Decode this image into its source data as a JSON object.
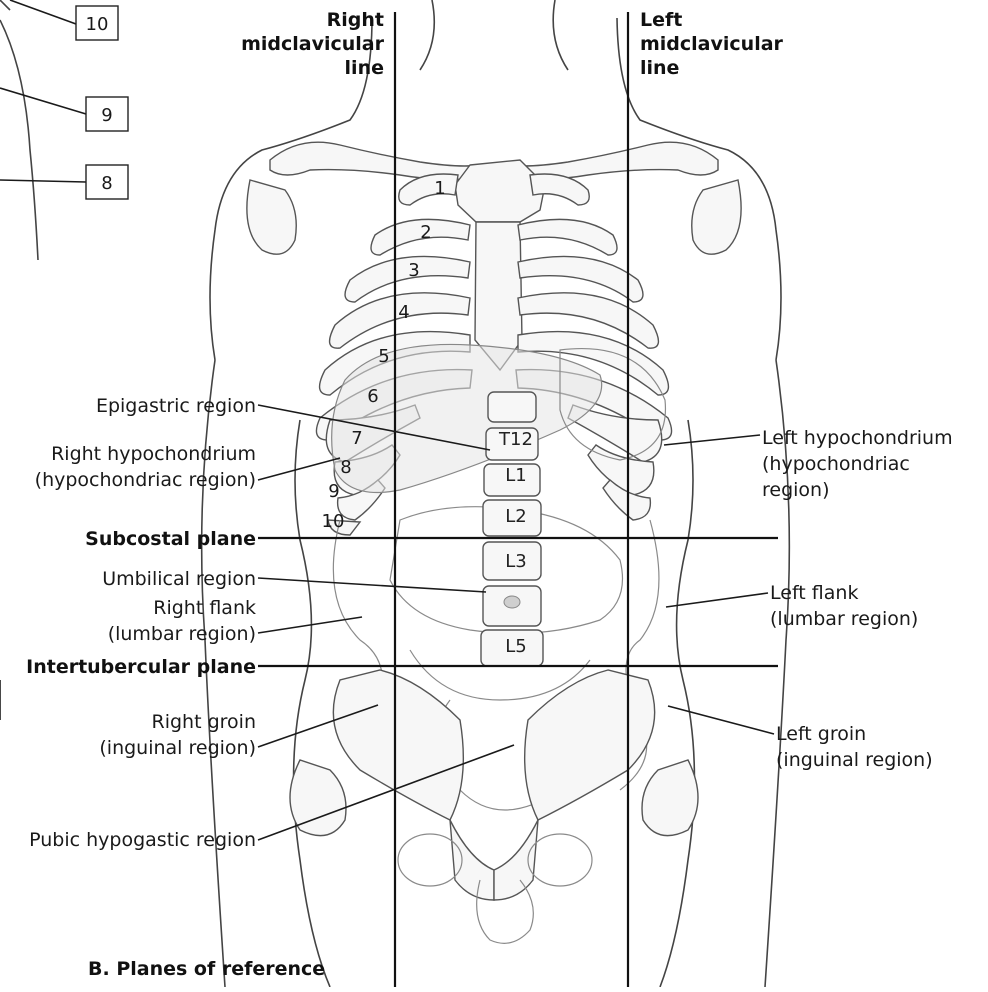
{
  "caption": "B. Planes of reference",
  "mcl": {
    "right": [
      "Right",
      "midclavicular",
      "line"
    ],
    "left": [
      "Left",
      "midclavicular",
      "line"
    ]
  },
  "planes": {
    "subcostal": "Subcostal plane",
    "intertubercular": "Intertubercular plane"
  },
  "regions": {
    "epigastric": "Epigastric region",
    "right_hypochondrium": [
      "Right hypochondrium",
      "(hypochondriac region)"
    ],
    "umbilical": "Umbilical region",
    "right_flank": [
      "Right flank",
      "(lumbar region)"
    ],
    "right_groin": [
      "Right groin",
      "(inguinal region)"
    ],
    "pubic": "Pubic hypogastic region",
    "left_hypochondrium": [
      "Left hypochondrium",
      "(hypochondriac",
      "region)"
    ],
    "left_flank": [
      "Left flank",
      "(lumbar region)"
    ],
    "left_groin": [
      "Left groin",
      "(inguinal region)"
    ]
  },
  "ribs": [
    "1",
    "2",
    "3",
    "4",
    "5",
    "6",
    "7",
    "8",
    "9",
    "10"
  ],
  "vertebrae": [
    "T12",
    "L1",
    "L2",
    "L3",
    "L5"
  ],
  "side_boxes": [
    "10",
    "9",
    "8"
  ]
}
